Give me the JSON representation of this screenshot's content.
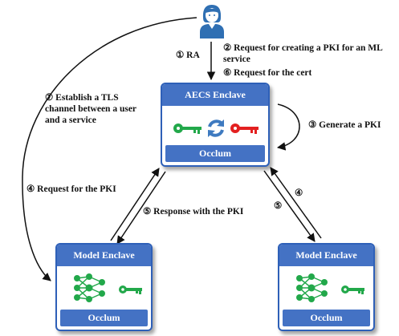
{
  "labels": {
    "step1": "① RA",
    "step2": "② Request for creating a PKI for an ML service",
    "step6": "⑥ Request for the cert",
    "step3": "③ Generate a PKI",
    "step7": "⑦ Establish a TLS channel between a user and a service",
    "step4": "④ Request for the PKI",
    "step5": "⑤ Response with the PKI",
    "step4_right": "④",
    "step5_right": "⑤"
  },
  "aecs_enclave": {
    "title": "AECS Enclave",
    "footer": "Occlum"
  },
  "model_enclave_left": {
    "title": "Model Enclave",
    "footer": "Occlum"
  },
  "model_enclave_right": {
    "title": "Model Enclave",
    "footer": "Occlum"
  },
  "colors": {
    "enclave_blue": "#4472c4",
    "green_key": "#22a84a",
    "red_key": "#e32020",
    "user_blue": "#2f6fb3"
  },
  "icons": [
    "user-icon",
    "green-key-icon",
    "red-key-icon",
    "refresh-icon",
    "neural-network-icon"
  ]
}
